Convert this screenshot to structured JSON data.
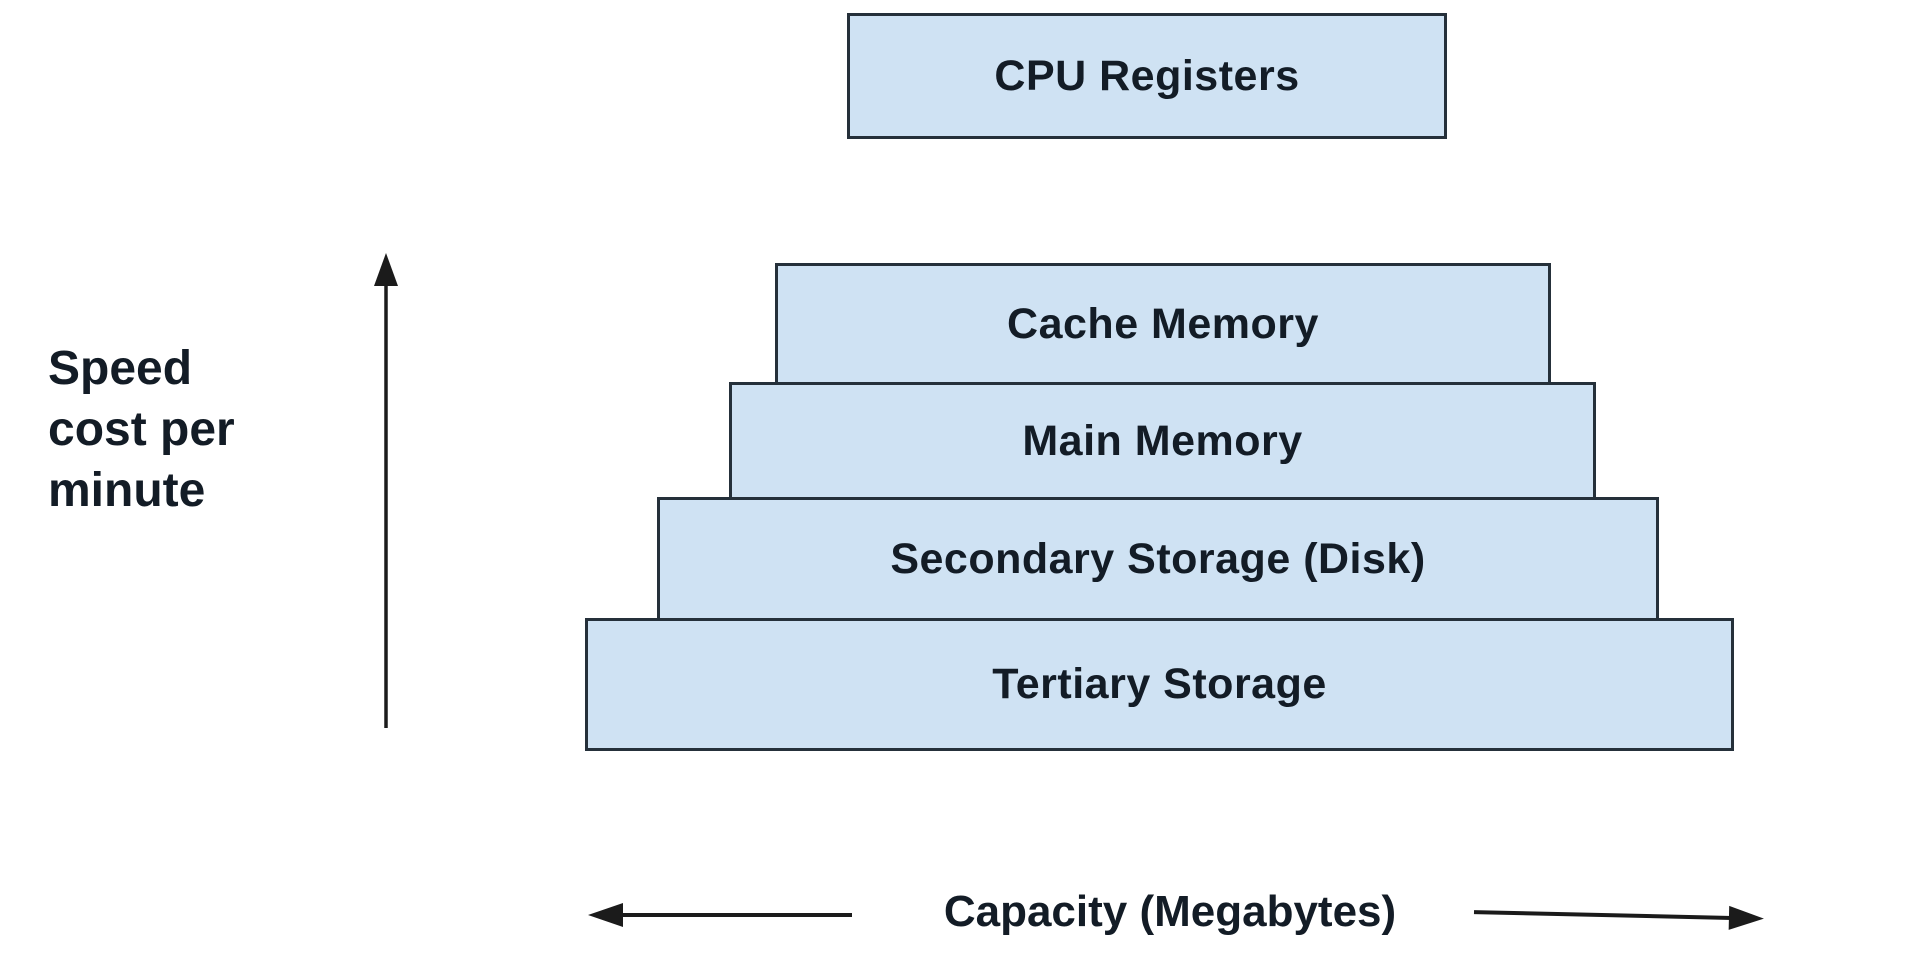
{
  "diagram": {
    "top_box": {
      "label": "CPU Registers"
    },
    "layers": [
      {
        "label": "Cache Memory"
      },
      {
        "label": "Main Memory"
      },
      {
        "label": "Secondary Storage (Disk)"
      },
      {
        "label": "Tertiary Storage"
      }
    ],
    "speed_axis": {
      "lines": [
        "Speed",
        "cost per",
        "minute"
      ]
    },
    "capacity_axis": {
      "label": "Capacity (Megabytes)"
    },
    "colors": {
      "background": "#ffffff",
      "box_fill": "#cfe2f3",
      "box_border": "#25303a",
      "text": "#131c26",
      "arrow": "#1b1b1b"
    }
  }
}
